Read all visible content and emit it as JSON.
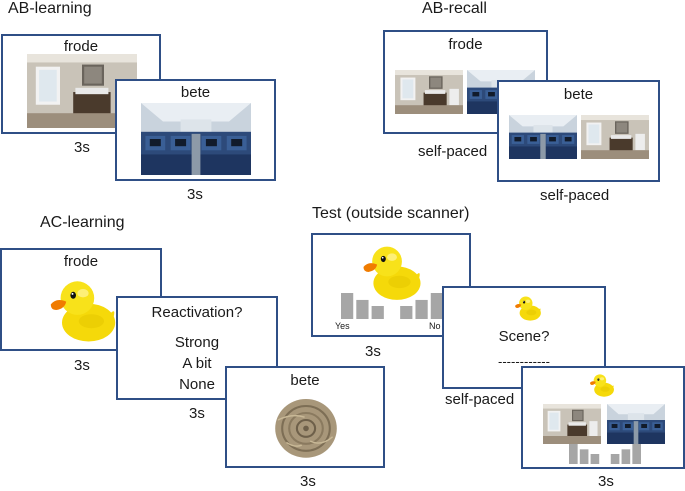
{
  "sections": {
    "ab_learning": "AB-learning",
    "ab_recall": "AB-recall",
    "ac_learning": "AC-learning",
    "test": "Test (outside scanner)"
  },
  "ab_learning": {
    "frame1_word": "frode",
    "frame1_duration": "3s",
    "frame2_word": "bete",
    "frame2_duration": "3s"
  },
  "ab_recall": {
    "frame1_word": "frode",
    "frame1_duration": "self-paced",
    "frame2_word": "bete",
    "frame2_duration": "self-paced"
  },
  "ac_learning": {
    "frame1_word": "frode",
    "frame1_duration": "3s",
    "question": "Reactivation?",
    "options": [
      "Strong",
      "A bit",
      "None"
    ],
    "frame2_duration": "3s",
    "frame3_word": "bete",
    "frame3_duration": "3s"
  },
  "test": {
    "scale_low": "Yes",
    "scale_high": "No",
    "frame1_duration": "3s",
    "question": "Scene?",
    "blank": "------------",
    "frame2_duration": "self-paced",
    "frame3_duration": "3s"
  },
  "colors": {
    "frame_border": "#2f4f86",
    "duck": "#f5d90a",
    "beak": "#f07c00",
    "scale_bar": "#a6a6a6"
  }
}
